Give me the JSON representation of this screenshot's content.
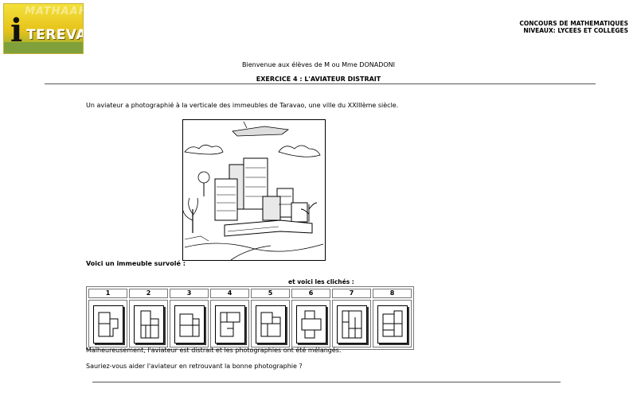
{
  "logo": {
    "text": "TEREVA",
    "letter": "i",
    "ghost_text": "MATHAAHI"
  },
  "contest": {
    "line1": "CONCOURS DE MATHEMATIQUES",
    "line2": "NIVEAUX: LYCEES ET COLLEGES"
  },
  "welcome": "Bienvenue aux élèves de M ou Mme DONADONI",
  "exercise_title": "EXERCICE 4 : L'AVIATEUR DISTRAIT",
  "intro": "Un aviateur a photographié à la verticale des immeubles de Taravao, une ville du XXIIIème siècle.",
  "building_label": "Voici un immeuble survolé :",
  "photos_caption": "et voici les clichés :",
  "photo_numbers": [
    "1",
    "2",
    "3",
    "4",
    "5",
    "6",
    "7",
    "8"
  ],
  "message": "Malheureusement, l'aviateur est distrait et les photographies ont été mélangés.",
  "question": "Sauriez-vous aider l'aviateur en retrouvant la bonne photographie ?"
}
